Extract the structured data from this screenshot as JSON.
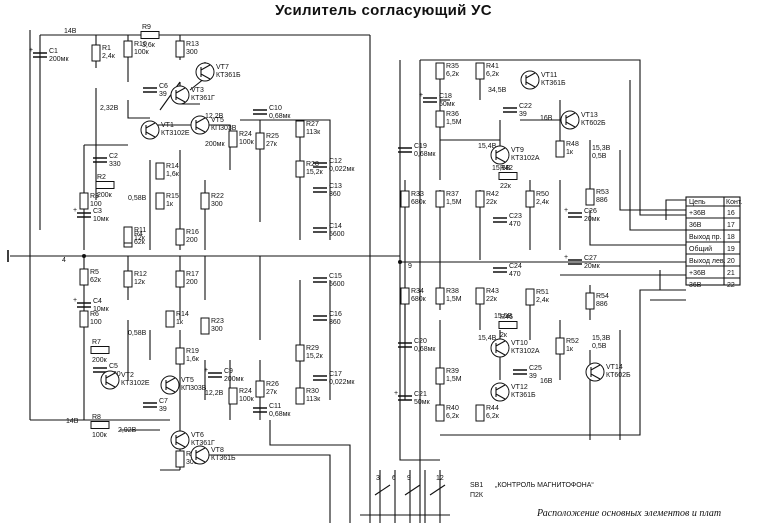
{
  "title": "Усилитель согласующий УС",
  "caption": "Расположение основных элементов и плат",
  "switch": {
    "ref": "SB1",
    "part": "П2К",
    "label": "„КОНТРОЛЬ МАГНИТОФОНА“"
  },
  "connector_table": {
    "headers": [
      "Цепь",
      "Конт."
    ],
    "rows": [
      {
        "circuit": "+36В",
        "contact": "16"
      },
      {
        "circuit": "36В",
        "contact": "17"
      },
      {
        "circuit": "Выход пр.",
        "contact": "18"
      },
      {
        "circuit": "Общий",
        "contact": "19"
      },
      {
        "circuit": "Выход лев.",
        "contact": "20"
      },
      {
        "circuit": "+36В",
        "contact": "21"
      },
      {
        "circuit": "36В",
        "contact": "22"
      }
    ]
  },
  "components": {
    "C1": "200мк",
    "R1": "2,4к",
    "R9": "3,6к",
    "R10": "100к",
    "R13": "300",
    "VT7": "КТ361Б",
    "VT3": "КТ361Г",
    "C6": "39",
    "R3_v": "2,32В",
    "K3": "12,2В",
    "VT5a": "КП303В",
    "R24a": "100к",
    "C8a": "200мк",
    "C10": "0,68мк",
    "R25": "27к",
    "R27": "113к",
    "C12": "0,022мк",
    "R28": "15,2к",
    "C13": "360",
    "C14": "5600",
    "VT1": "КТ3102Е",
    "C2": "330",
    "R14a": "1,6к",
    "R15a": "1к",
    "R22a": "300",
    "R2": "200к",
    "R3": "100",
    "C3": "10мк",
    "R4": "62к",
    "R11": "12к",
    "R16": "200",
    "R5": "62к",
    "C4": "10мк",
    "R6": "100",
    "R7": "200к",
    "C5": "330",
    "R12": "12к",
    "R17": "200",
    "R14b": "1к",
    "R23": "300",
    "R19": "1,6к",
    "C9": "200мк",
    "VT2": "КТ3102Е",
    "VT5": "КП303В",
    "K2": "12,2В",
    "R24b": "100к",
    "R26": "27к",
    "C11": "0,68мк",
    "VT6": "КТ361Г",
    "VT8": "КТ361Б",
    "R20": "300",
    "R8": "100к",
    "R8_v": "2,92В",
    "C7": "39",
    "C15": "5600",
    "C16": "360",
    "R29": "15,2к",
    "C17": "0,022мк",
    "R30": "113к",
    "C18": "50мк",
    "C19": "0,68мк",
    "R35": "6,2к",
    "R36": "1,5М",
    "R41": "6,2к",
    "R41_v": "34,5В",
    "VT11": "КТ361Б",
    "C22": "39",
    "VT9": "КТ3102А",
    "VT9_v1": "15,4В",
    "VT9_v2": "15,5В",
    "R48": "1к",
    "VT13": "КТ602Б",
    "K5": "15,3В",
    "K5_b": "0,5В",
    "R42": "22к",
    "R50": "2,4к",
    "R33": "680к",
    "R37": "1,5М",
    "C23": "470",
    "R53": "886",
    "C26": "20мк",
    "C24": "470",
    "R34": "680к",
    "R38": "1,5М",
    "R43": "22к",
    "R51": "2,4к",
    "R54": "886",
    "C27": "20мк",
    "C20": "0,68мк",
    "VT10": "КТ3102А",
    "VT10_v1": "15,4В",
    "VT10_v2": "15,5В",
    "R46": "2к",
    "R52": "1к",
    "K6": "15,3В",
    "K6_b": "0,5В",
    "R39": "1,5М",
    "C25": "39",
    "VT14": "КТ602Б",
    "C21": "50мк",
    "R40": "6,2к",
    "R44": "6,2к",
    "VT12": "КТ361Б",
    "node_4": "4",
    "node_9": "9",
    "v_14a": "14В",
    "v_14b": "14В",
    "v_16a": "16В",
    "v_16b": "16В",
    "v_058a": "0,58В",
    "v_058b": "0,58В"
  }
}
